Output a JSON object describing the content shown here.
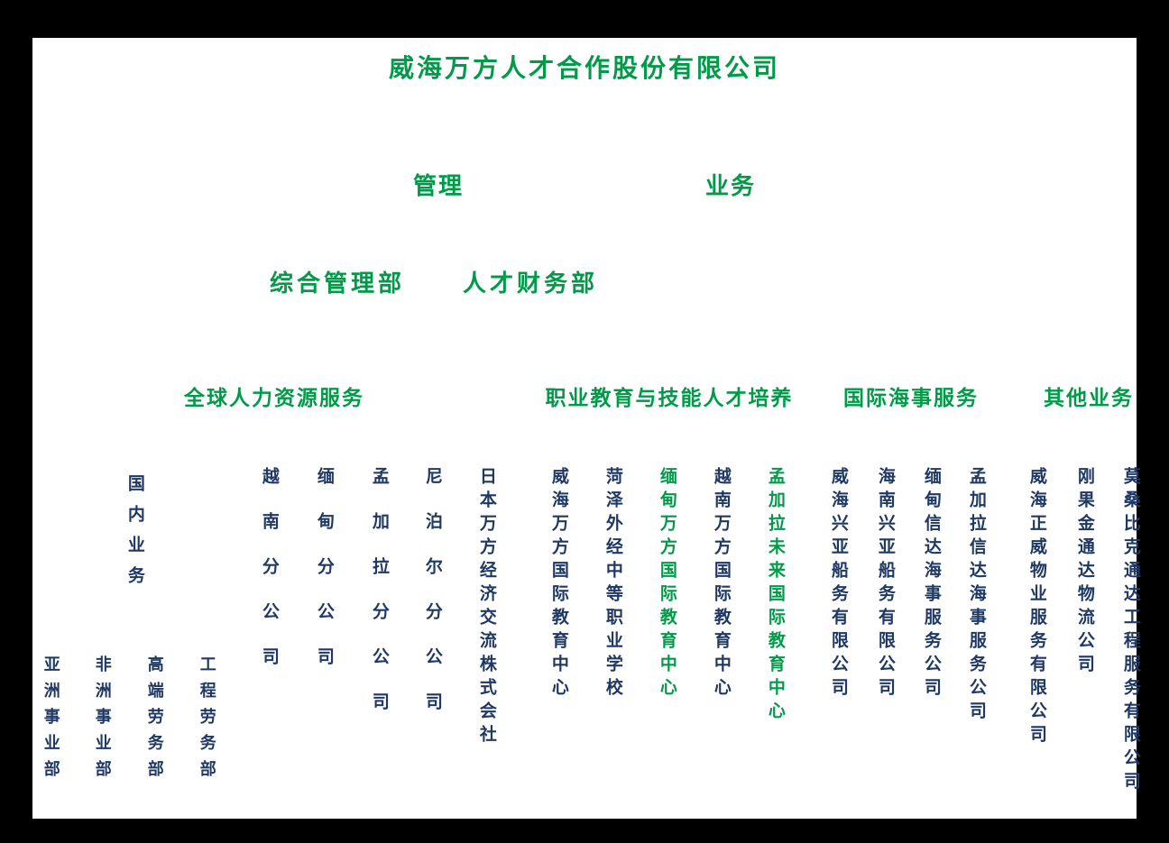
{
  "colors": {
    "green": "#009A49",
    "navy": "#1F3864",
    "background": "#000000",
    "page": "#FFFFFF"
  },
  "title": "威海万方人才合作股份有限公司",
  "branches": {
    "management": "管理",
    "business": "业务"
  },
  "management_departments": [
    {
      "label": "综合管理部"
    },
    {
      "label": "人才财务部"
    }
  ],
  "business_categories": [
    {
      "label": "全球人力资源服务"
    },
    {
      "label": "职业教育与技能人才培养"
    },
    {
      "label": "国际海事服务"
    },
    {
      "label": "其他业务"
    }
  ],
  "units": [
    {
      "label": "国内业务",
      "category": "全球人力资源服务",
      "color": "navy"
    },
    {
      "label": "越南分公司",
      "category": "全球人力资源服务",
      "color": "navy"
    },
    {
      "label": "缅甸分公司",
      "category": "全球人力资源服务",
      "color": "navy"
    },
    {
      "label": "孟加拉分公司",
      "category": "全球人力资源服务",
      "color": "navy"
    },
    {
      "label": "尼泊尔分公司",
      "category": "全球人力资源服务",
      "color": "navy"
    },
    {
      "label": "日本万方经济交流株式会社",
      "category": "全球人力资源服务",
      "color": "navy"
    },
    {
      "label": "威海万方国际教育中心",
      "category": "职业教育与技能人才培养",
      "color": "navy"
    },
    {
      "label": "菏泽外经中等职业学校",
      "category": "职业教育与技能人才培养",
      "color": "navy"
    },
    {
      "label": "缅甸万方国际教育中心",
      "category": "职业教育与技能人才培养",
      "color": "green"
    },
    {
      "label": "越南万方国际教育中心",
      "category": "职业教育与技能人才培养",
      "color": "navy"
    },
    {
      "label": "孟加拉未来国际教育中心",
      "category": "职业教育与技能人才培养",
      "color": "green"
    },
    {
      "label": "威海兴亚船务有限公司",
      "category": "国际海事服务",
      "color": "navy"
    },
    {
      "label": "海南兴亚船务有限公司",
      "category": "国际海事服务",
      "color": "navy"
    },
    {
      "label": "缅甸信达海事服务公司",
      "category": "国际海事服务",
      "color": "navy"
    },
    {
      "label": "孟加拉信达海事服务公司",
      "category": "国际海事服务",
      "color": "navy"
    },
    {
      "label": "威海正威物业服务有限公司",
      "category": "其他业务",
      "color": "navy"
    },
    {
      "label": "刚果金通达物流公司",
      "category": "其他业务",
      "color": "navy"
    },
    {
      "label": "莫桑比克通达工程服务有限公司",
      "category": "其他业务",
      "color": "navy"
    }
  ],
  "domestic_divisions": [
    {
      "label": "亚洲事业部"
    },
    {
      "label": "非洲事业部"
    },
    {
      "label": "高端劳务部"
    },
    {
      "label": "工程劳务部"
    }
  ]
}
